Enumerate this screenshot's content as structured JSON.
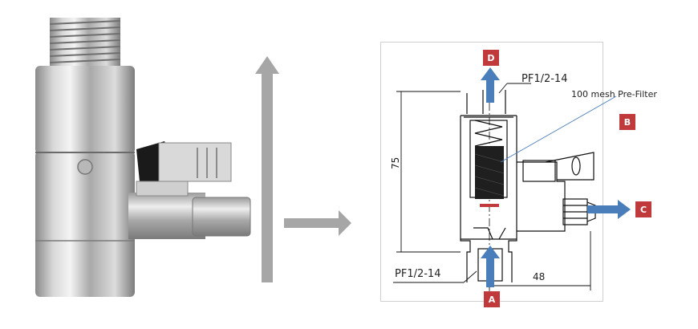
{
  "drawing": {
    "thread_top": "PF1/2-14",
    "thread_bottom": "PF1/2-14",
    "filter_label": "100 mesh Pre-Filter",
    "height_dim": "75",
    "width_dim": "48"
  },
  "ports": {
    "a": "A",
    "b": "B",
    "c": "C",
    "d": "D"
  },
  "colors": {
    "flow_arrow": "#4a7ebb",
    "badge": "#c0393b",
    "gray_arrow": "#a6a6a6"
  }
}
